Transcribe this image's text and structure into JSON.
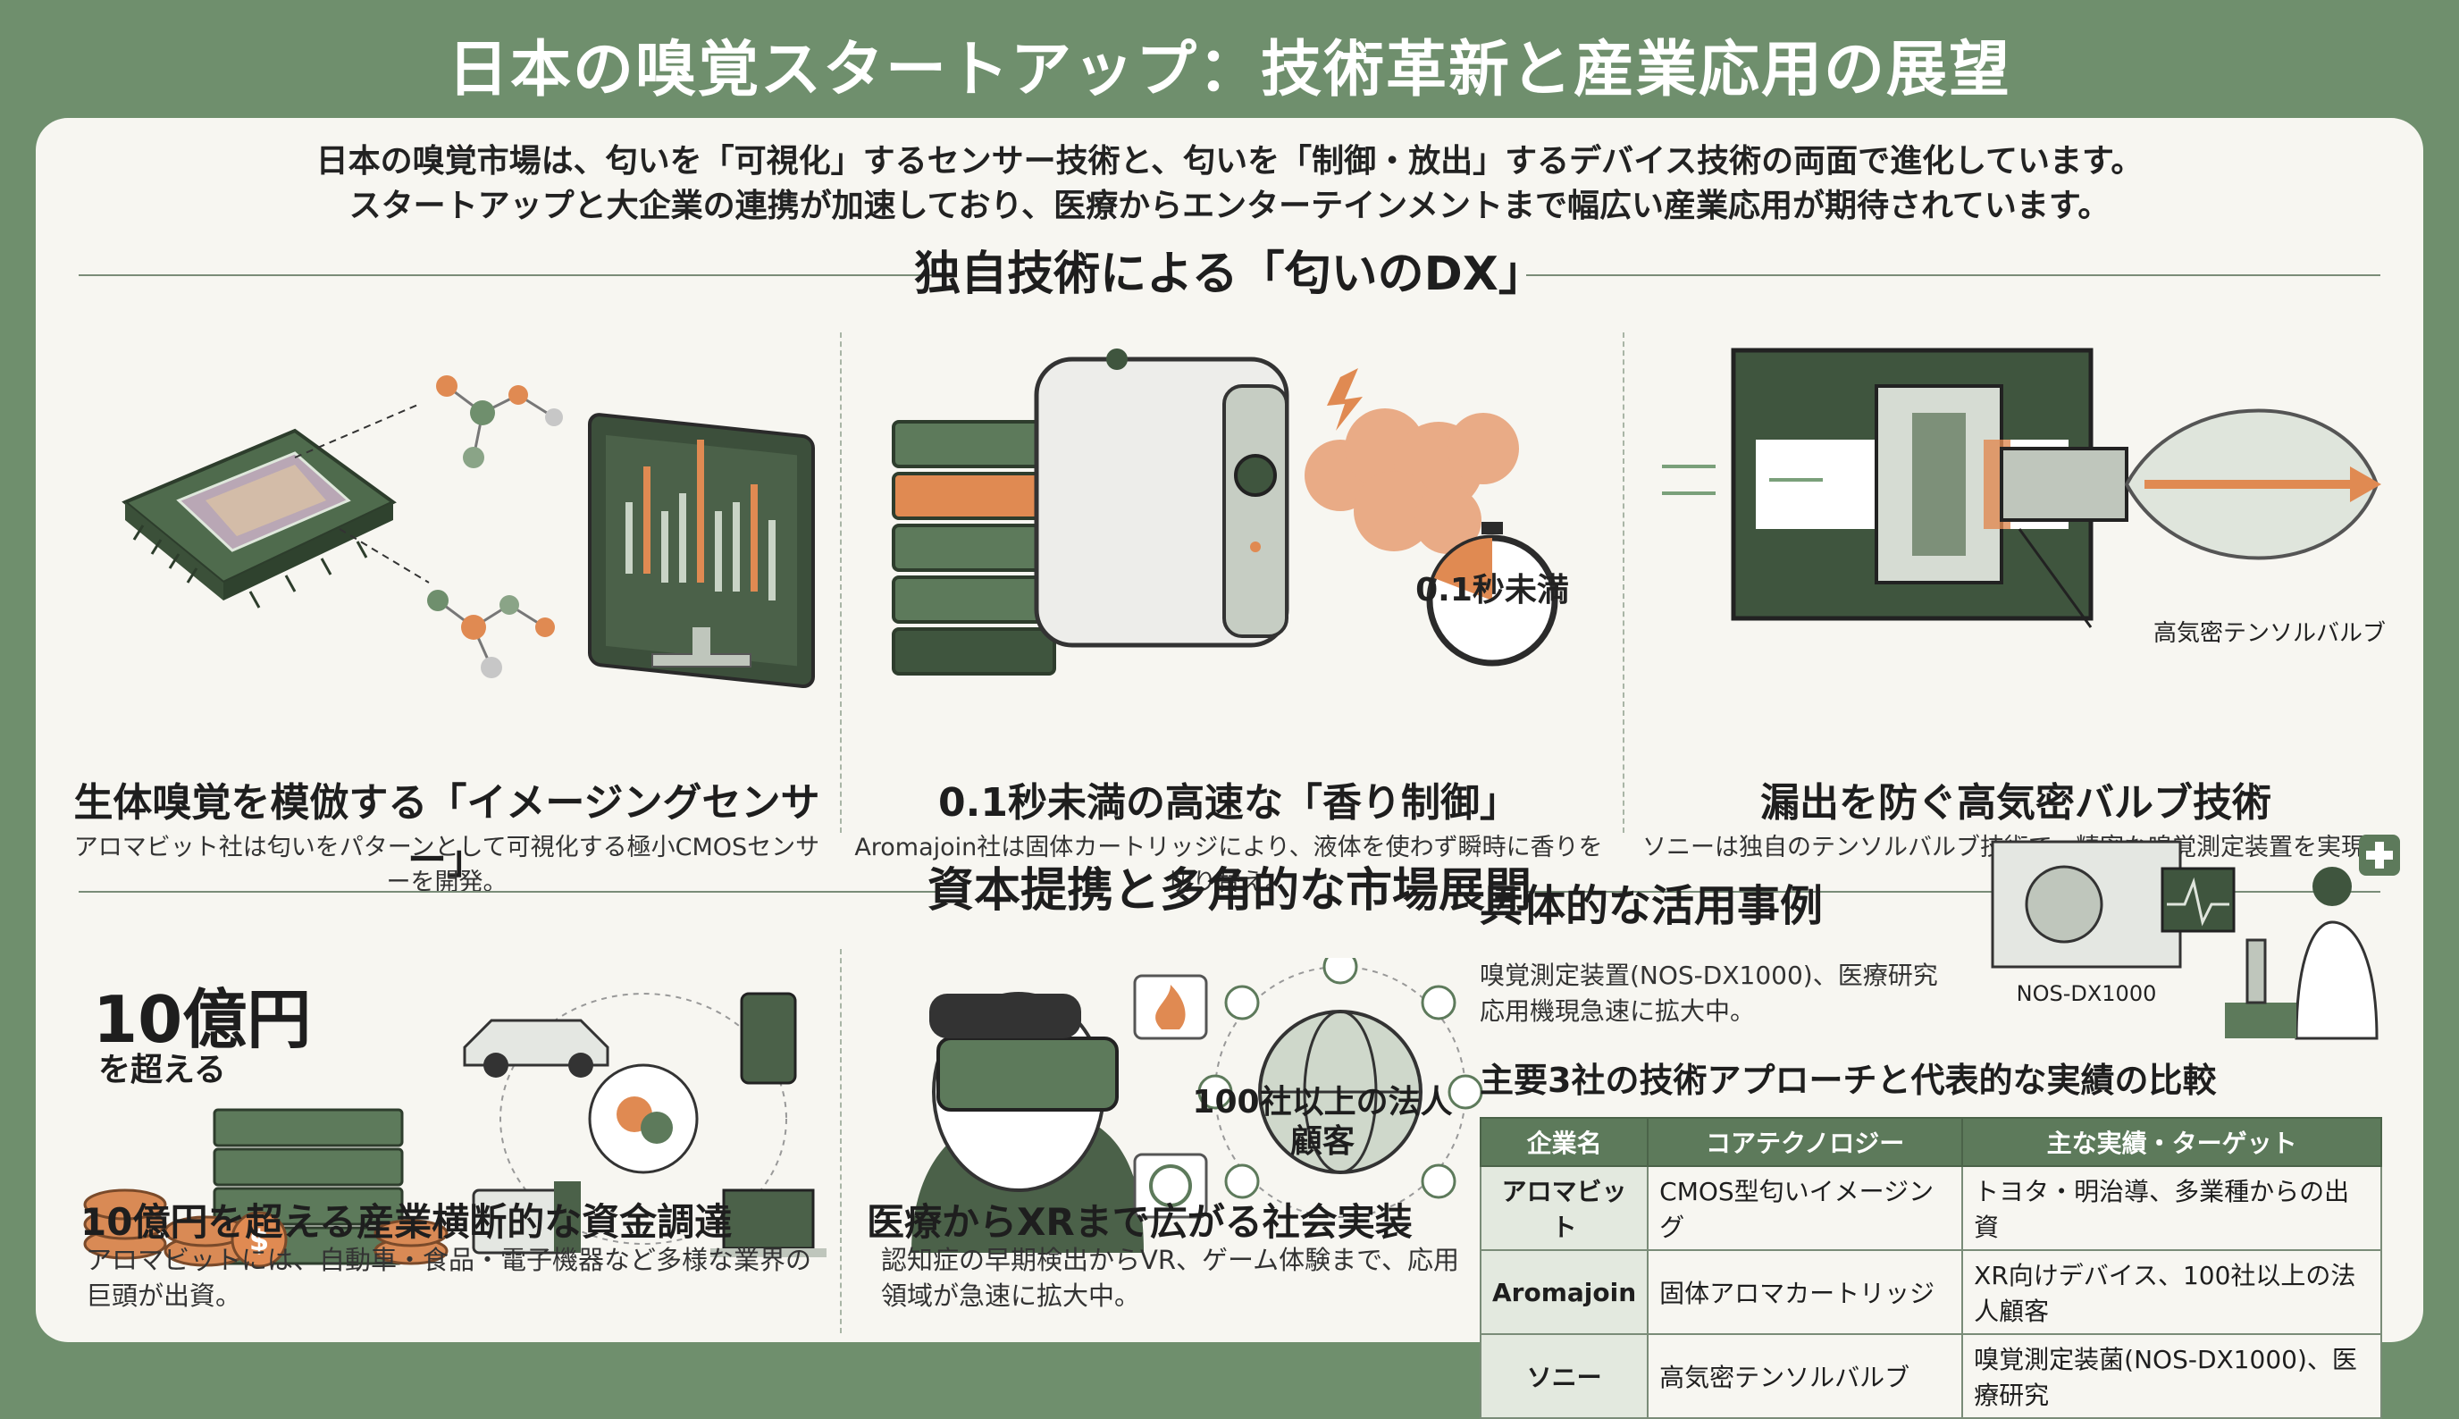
{
  "title": "日本の嗅覚スタートアップ：技術革新と産業応用の展望",
  "intro": [
    "日本の嗅覚市場は、匂いを「可視化」するセンサー技術と、匂いを「制御・放出」するデバイス技術の両面で進化しています。",
    "スタートアップと大企業の連携が加速しており、医療からエンターテインメントまで幅広い産業応用が期待されています。"
  ],
  "section1": {
    "heading": "独自技術による「匂いのDX」",
    "cards": [
      {
        "title": "生体嗅覚を模倣する「イメージングセンサー」",
        "desc": "アロマビット社は匂いをパターンとして可視化する極小CMOSセンサーを開発。"
      },
      {
        "title": "0.1秒未満の高速な「香り制御」",
        "desc": "Aromajoin社は固体カートリッジにより、液体を使わず瞬時に香りを切り替え。",
        "timer_label": "0.1秒未満"
      },
      {
        "title": "漏出を防ぐ高気密バルブ技術",
        "desc": "ソニーは独自のテンソルバルブ技術で、精密な嗅覚測定装置を実現。",
        "callout": "高気密テンソルバルブ"
      }
    ]
  },
  "section2": {
    "heading": "資本提携と多角的な市場展開",
    "funding": {
      "amount": "10億円",
      "amount_sub": "を超える",
      "title": "10億円を超える産業横断的な資金調達",
      "desc": "アロマビットには、自動車・食品・電子機器など多様な業界の巨頭が出資。"
    },
    "xr": {
      "badge": "100社以上の法人顧客",
      "title": "医療からXRまで広がる社会実装",
      "desc": "認知症の早期検出からVR、ゲーム体験まで、応用領域が急速に拡大中。"
    },
    "cases": {
      "heading": "具体的な活用事例",
      "desc": "嗅覚測定装置(NOS-DX1000)、医療研究応用機現急速に拡大中。",
      "device_label": "NOS-DX1000"
    },
    "table": {
      "heading": "主要3社の技術アプローチと代表的な実績の比較",
      "columns": [
        "企業名",
        "コアテクノロジー",
        "主な実績・ターゲット"
      ],
      "rows": [
        [
          "アロマビット",
          "CMOS型匂いイメージング",
          "トヨタ・明治導、多業種からの出資"
        ],
        [
          "Aromajoin",
          "固体アロマカートリッジ",
          "XR向けデバイス、100社以上の法人顧客"
        ],
        [
          "ソニー",
          "高気密テンソルバルブ",
          "嗅覚測定装菌(NOS-DX1000)、医療研究"
        ]
      ]
    }
  },
  "colors": {
    "background": "#6f8f6d",
    "panel": "#f7f6f1",
    "accent_orange": "#e08a52",
    "accent_green": "#5d7a5b"
  },
  "icons": [
    "cmos-chip-icon",
    "molecule-icon",
    "monitor-chart-icon",
    "cartridge-stack-icon",
    "scent-device-icon",
    "stopwatch-icon",
    "valve-icon",
    "money-icon",
    "car-icon",
    "smartphone-icon",
    "food-plate-icon",
    "laptop-icon",
    "vr-headset-icon",
    "globe-icon",
    "brain-scan-icon",
    "scientist-microscope-icon"
  ]
}
